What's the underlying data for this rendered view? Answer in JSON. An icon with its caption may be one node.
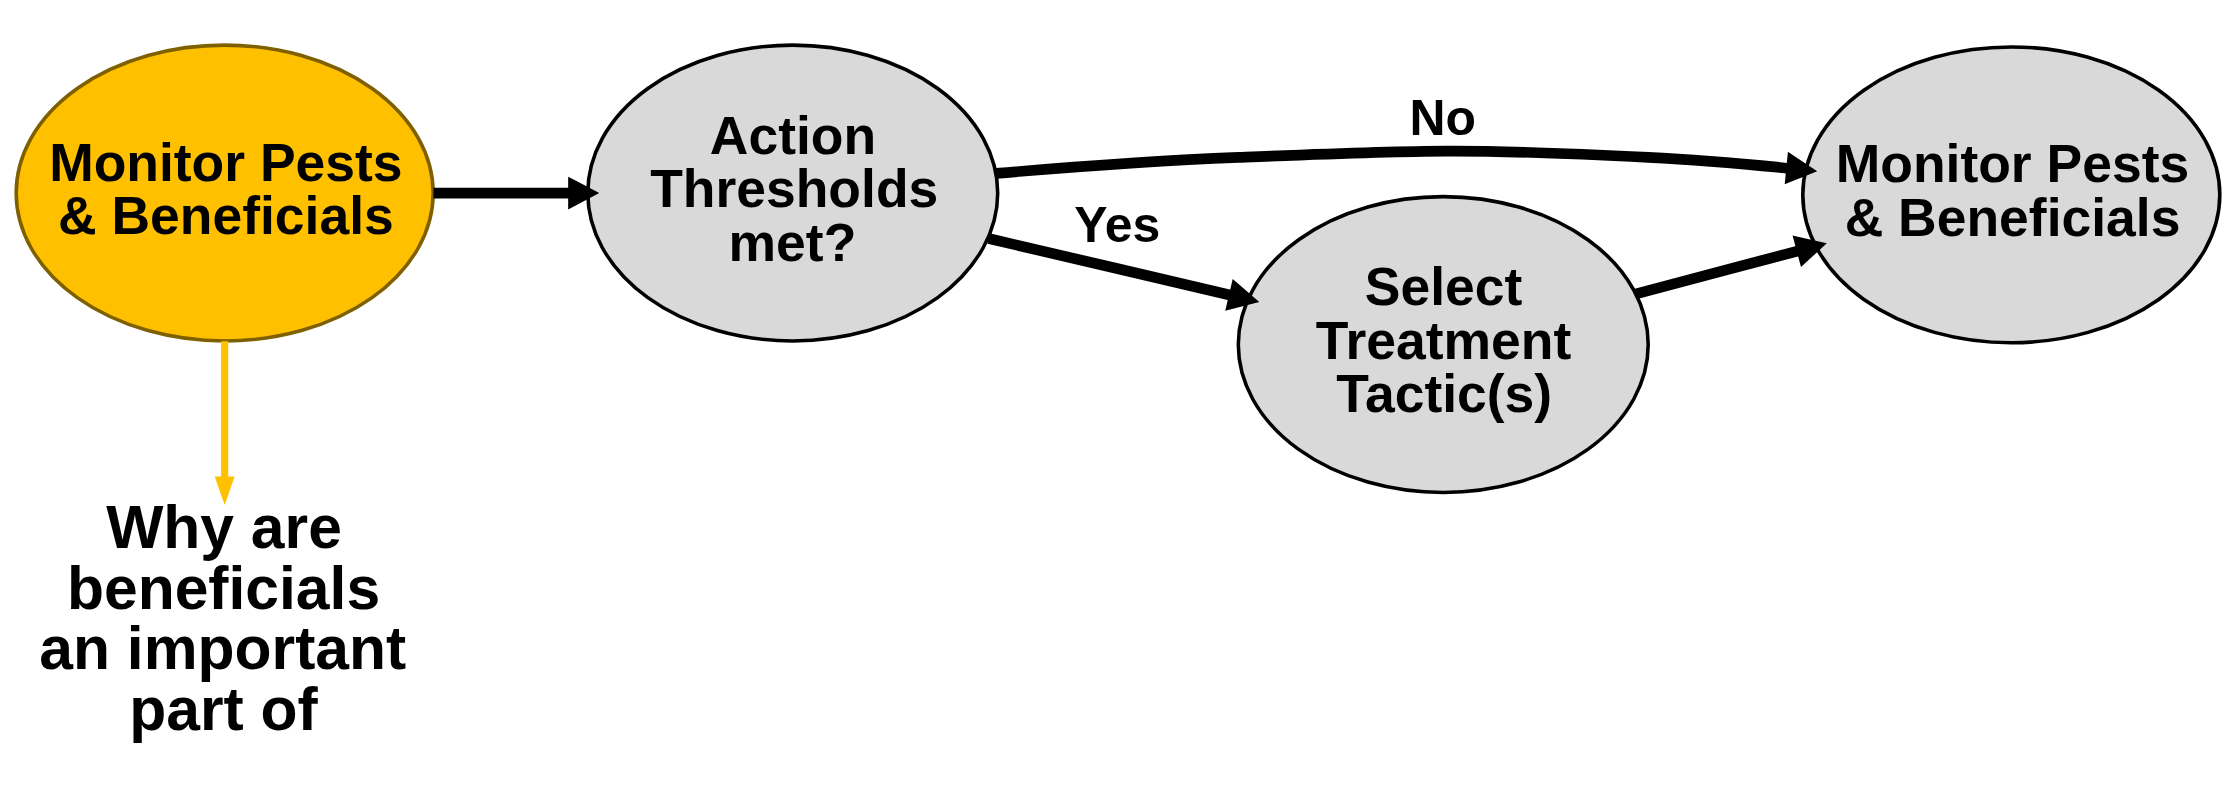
{
  "diagram": {
    "nodes": [
      {
        "text": [
          "Monitor Pests & Beneficials"
        ]
      },
      {
        "text": [
          "Action Thresholds met?"
        ]
      },
      {
        "text": [
          "Monitor Pests & Beneficials"
        ]
      },
      {
        "text": [
          "Select Treatment Tactic(s)"
        ]
      },
      {
        "text": [
          "Why are beneficials an important part of"
        ]
      }
    ],
    "edges": [
      {
        "from": 0,
        "to": 1,
        "arrow": "to"
      },
      {
        "from": 1,
        "to": 2,
        "arrow": "to",
        "label": "No"
      },
      {
        "from": 1,
        "to": 3,
        "arrow": "to",
        "label": "Yes"
      },
      {
        "from": 3,
        "to": 2,
        "arrow": "to"
      },
      {
        "from": 0,
        "to": 4,
        "arrow": "to",
        "color": "#ffc000"
      }
    ]
  }
}
